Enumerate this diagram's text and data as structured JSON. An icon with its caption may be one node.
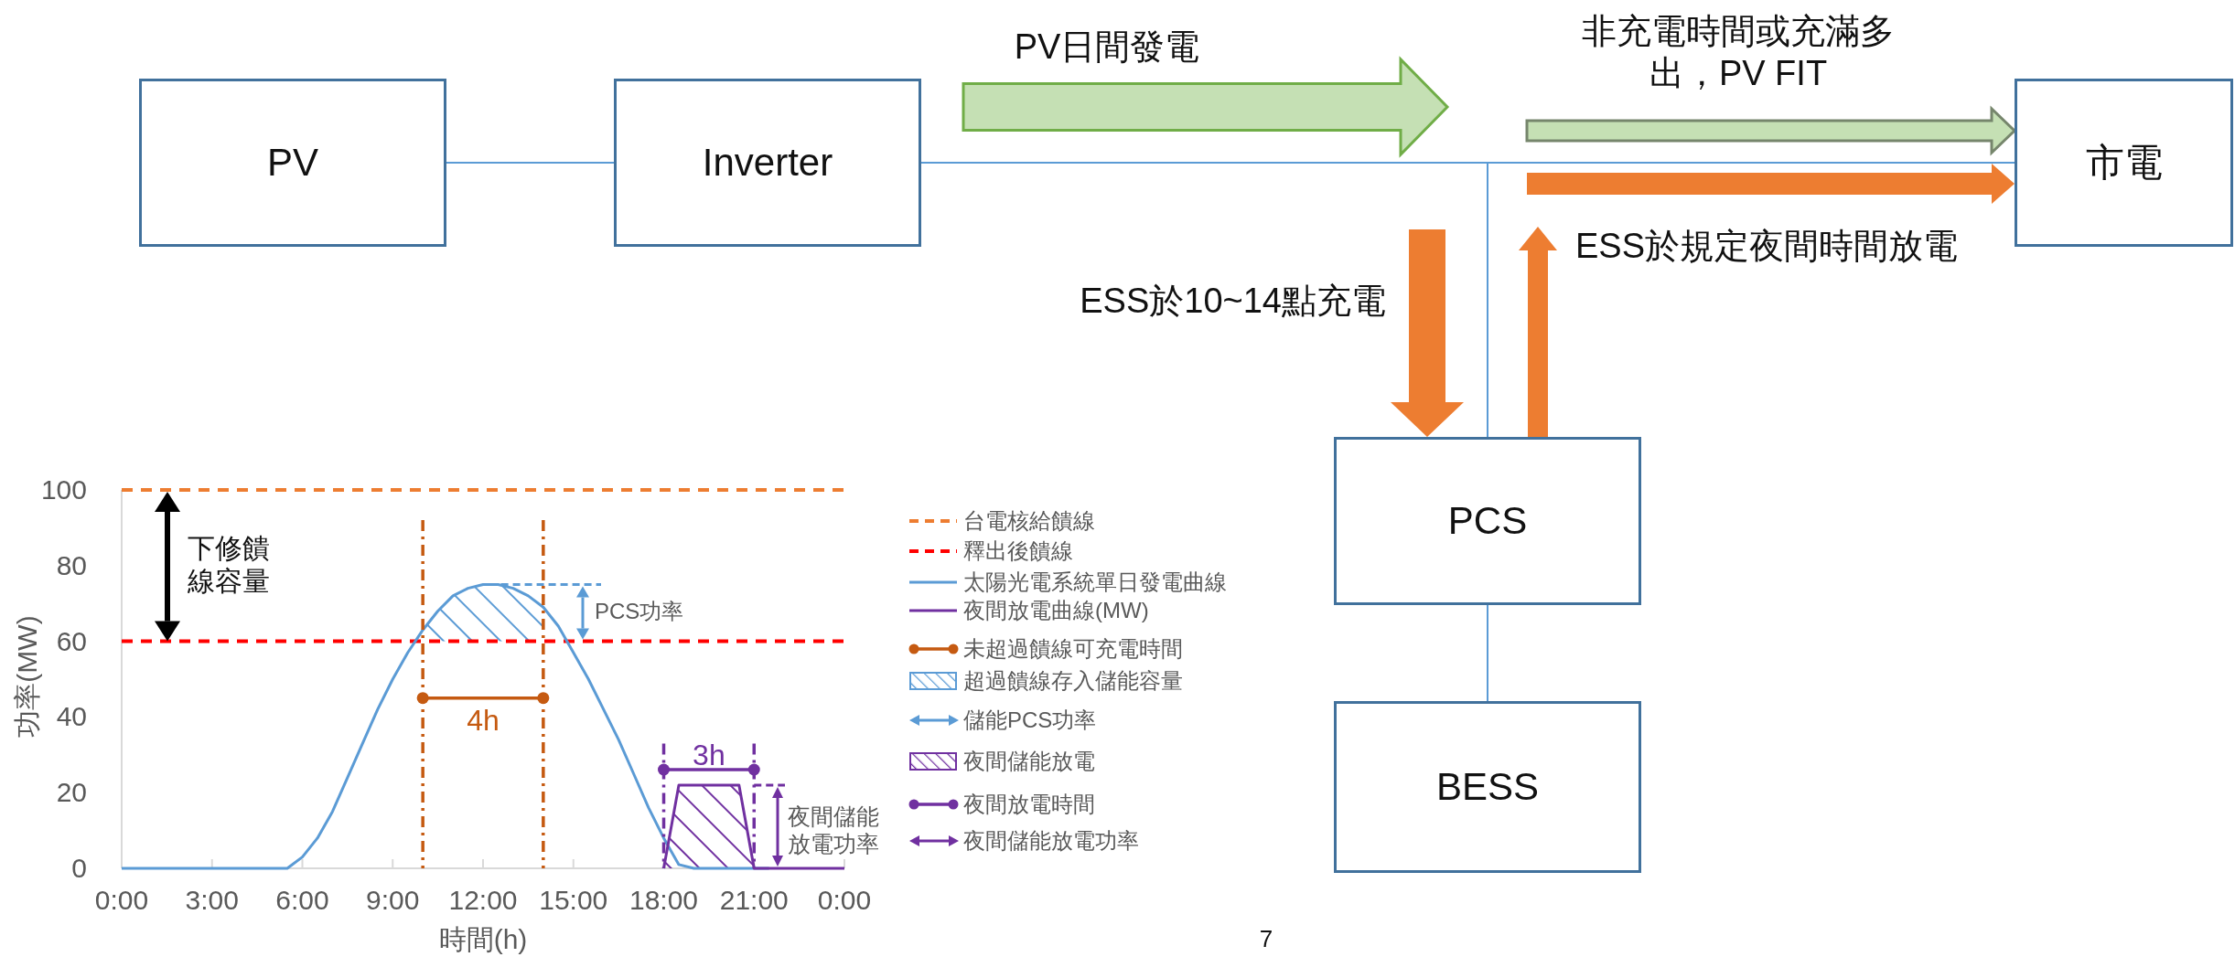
{
  "diagram": {
    "nodes": [
      {
        "text": [
          "PV"
        ]
      },
      {
        "text": [
          "Inverter"
        ]
      },
      {
        "text": [
          "市電"
        ]
      },
      {
        "text": [
          "PCS"
        ]
      },
      {
        "text": [
          "BESS"
        ]
      },
      {
        "text": [],
        "shape": "hatch"
      },
      {
        "text": [],
        "shape": "hatch"
      }
    ],
    "edges": [
      {
        "from": 0,
        "to": 1,
        "arrow": "none"
      },
      {
        "from": 1,
        "to": 2,
        "arrow": "none"
      },
      {
        "from": 1,
        "to": 3,
        "arrow": "none"
      },
      {
        "from": 3,
        "to": 4,
        "arrow": "none"
      },
      {
        "from": null,
        "to": 3,
        "arrow": "to",
        "label": "ESS於10~14點充電",
        "style": "thick",
        "color": "#ed7d31"
      },
      {
        "from": 3,
        "to": null,
        "arrow": "to",
        "label": "ESS於規定夜間時間放電",
        "style": "thick",
        "color": "#ed7d31"
      },
      {
        "from": null,
        "to": 2,
        "arrow": "to",
        "label": "非充電時間或充滿多出，PV FIT",
        "style": "thick",
        "color": "#c5e0b4"
      },
      {
        "from": null,
        "to": 2,
        "arrow": "to",
        "style": "thick",
        "color": "#ed7d31"
      }
    ],
    "labels": [
      "PV日間發電",
      "下修饋線容量",
      "PCS功率",
      "4h",
      "3h",
      "夜間儲能放電功率",
      "7"
    ],
    "legend": [
      {
        "text": "台電核給饋線"
      },
      {
        "text": "釋出後饋線"
      },
      {
        "text": "太陽光電系統單日發電曲線"
      },
      {
        "text": "夜間放電曲線(MW)"
      },
      {
        "text": "未超過饋線可充電時間"
      },
      {
        "text": "超過饋線存入儲能容量"
      },
      {
        "text": "儲能PCS功率"
      },
      {
        "text": "夜間儲能放電"
      },
      {
        "text": "夜間放電時間"
      },
      {
        "text": "夜間儲能放電功率"
      }
    ],
    "chart_data": {
      "type": "line",
      "xlabel": "時間(h)",
      "ylabel": "功率(MW)",
      "x": [
        0,
        0.5,
        1,
        1.5,
        2,
        2.5,
        3,
        3.5,
        4,
        4.5,
        5,
        5.5,
        6,
        6.5,
        7,
        7.5,
        8,
        8.5,
        9,
        9.5,
        10,
        10.5,
        11,
        11.5,
        12,
        12.5,
        13,
        13.5,
        14,
        14.5,
        15,
        15.5,
        16,
        16.5,
        17,
        17.5,
        18,
        18.5,
        19,
        19.5,
        20,
        20.5,
        21,
        21.5,
        22,
        22.5,
        23,
        23.5,
        24
      ],
      "series": [
        {
          "color": "#ed7d31",
          "line_style": "dashed",
          "values": [
            100,
            100,
            100,
            100,
            100,
            100,
            100,
            100,
            100,
            100,
            100,
            100,
            100,
            100,
            100,
            100,
            100,
            100,
            100,
            100,
            100,
            100,
            100,
            100,
            100,
            100,
            100,
            100,
            100,
            100,
            100,
            100,
            100,
            100,
            100,
            100,
            100,
            100,
            100,
            100,
            100,
            100,
            100,
            100,
            100,
            100,
            100,
            100,
            100
          ]
        },
        {
          "color": "#ff0000",
          "line_style": "dashed",
          "values": [
            60,
            60,
            60,
            60,
            60,
            60,
            60,
            60,
            60,
            60,
            60,
            60,
            60,
            60,
            60,
            60,
            60,
            60,
            60,
            60,
            60,
            60,
            60,
            60,
            60,
            60,
            60,
            60,
            60,
            60,
            60,
            60,
            60,
            60,
            60,
            60,
            60,
            60,
            60,
            60,
            60,
            60,
            60,
            60,
            60,
            60,
            60,
            60,
            60
          ]
        },
        {
          "color": "#5b9bd5",
          "values": [
            0,
            0,
            0,
            0,
            0,
            0,
            0,
            0,
            0,
            0,
            0,
            0,
            3,
            8,
            15,
            24,
            33,
            42,
            50,
            57,
            63,
            68,
            72,
            74,
            75,
            75,
            74,
            72,
            69,
            64,
            57,
            50,
            42,
            34,
            25,
            16,
            8,
            1,
            0,
            0,
            0,
            0,
            0,
            0,
            null,
            null,
            null,
            null,
            null
          ]
        },
        {
          "color": "#7030a0",
          "values": [
            null,
            null,
            null,
            null,
            null,
            null,
            null,
            null,
            null,
            null,
            null,
            null,
            null,
            null,
            null,
            null,
            null,
            null,
            null,
            null,
            null,
            null,
            null,
            null,
            null,
            null,
            null,
            null,
            null,
            null,
            null,
            null,
            null,
            null,
            null,
            null,
            0,
            22,
            22,
            22,
            22,
            22,
            0,
            0,
            0,
            0,
            0,
            0,
            0
          ]
        }
      ],
      "xlim": [
        0,
        24
      ],
      "ylim": [
        0,
        100
      ],
      "xticks": [
        {
          "value": 0,
          "label": "0:00"
        },
        {
          "value": 3,
          "label": "3:00"
        },
        {
          "value": 6,
          "label": "6:00"
        },
        {
          "value": 9,
          "label": "9:00"
        },
        {
          "value": 12,
          "label": "12:00"
        },
        {
          "value": 15,
          "label": "15:00"
        },
        {
          "value": 18,
          "label": "18:00"
        },
        {
          "value": 21,
          "label": "21:00"
        },
        {
          "value": 24,
          "label": "0:00"
        }
      ],
      "yticks": [
        0,
        20,
        40,
        60,
        80,
        100
      ],
      "ref_lines": [
        {
          "axis": "x",
          "value": 10,
          "color": "#c55a11"
        },
        {
          "axis": "x",
          "value": 14,
          "color": "#c55a11"
        },
        {
          "axis": "x",
          "value": 18,
          "color": "#7030a0"
        },
        {
          "axis": "x",
          "value": 21,
          "color": "#7030a0"
        }
      ]
    }
  }
}
